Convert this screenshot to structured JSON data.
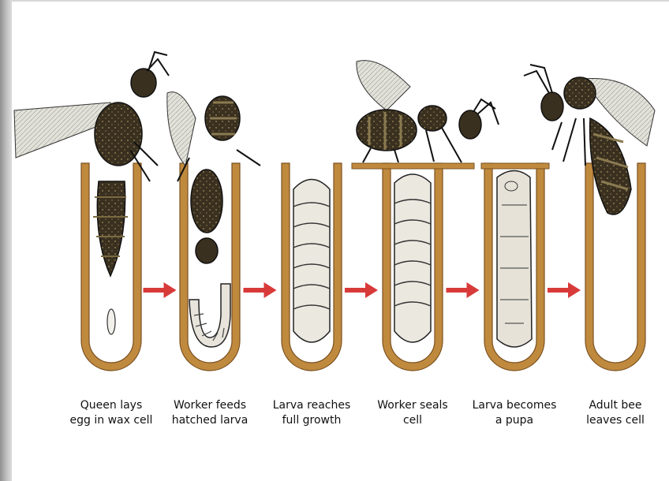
{
  "colors": {
    "cell": "#c08a3e",
    "cell_edge": "#7a5020",
    "arrow": "#d83a3a",
    "ink": "#1a1a1a",
    "larva": "#e9e6df",
    "body": "#3a3020",
    "wing": "#dcdcd4"
  },
  "stages": [
    {
      "caption": "Queen lays\negg in wax cell",
      "content": "egg",
      "icon": "queen-bee-icon"
    },
    {
      "caption": "Worker feeds\nhatched larva",
      "content": "young-larva",
      "icon": "worker-bee-icon"
    },
    {
      "caption": "Larva reaches\nfull growth",
      "content": "larva",
      "icon": "larva-icon"
    },
    {
      "caption": "Worker seals\ncell",
      "content": "larva",
      "icon": "worker-bee-icon"
    },
    {
      "caption": "Larva becomes\na pupa",
      "content": "pupa",
      "icon": "pupa-icon"
    },
    {
      "caption": "Adult bee\nleaves cell",
      "content": "empty",
      "icon": "adult-bee-icon"
    }
  ]
}
